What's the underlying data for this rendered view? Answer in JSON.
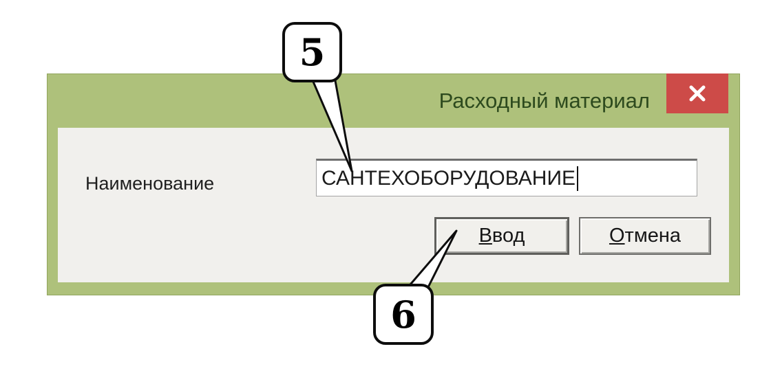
{
  "window": {
    "title": "Расходный материал"
  },
  "icons": {
    "close": "close-x"
  },
  "form": {
    "name_label": "Наименование",
    "name_value": "САНТЕХОБОРУДОВАНИЕ",
    "enter_key": "В",
    "enter_rest": "вод",
    "cancel_key": "О",
    "cancel_rest": "тмена"
  },
  "callouts": {
    "five": "5",
    "six": "6"
  },
  "colors": {
    "frame_green": "#aec17b",
    "frame_edge": "#90a45c",
    "title_text": "#2d4a1e",
    "close_red": "#cd4b48",
    "panel_gray": "#f1f0ed"
  }
}
